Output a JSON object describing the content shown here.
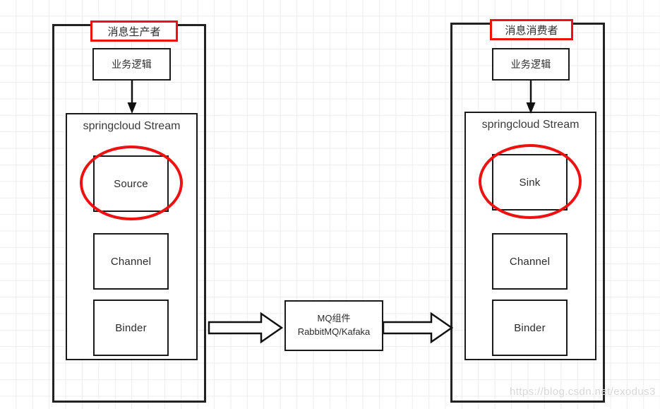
{
  "diagram": {
    "title": "SpringCloud Stream producer/consumer architecture",
    "colors": {
      "highlight": "#ee1111",
      "stroke": "#1a1a1a",
      "grid": "#ededed",
      "watermark": "#d8d8d8"
    },
    "producer": {
      "header": "消息生产者",
      "business_logic": "业务逻辑",
      "stream_label": "springcloud Stream",
      "components": [
        {
          "label": "Source",
          "highlighted": true
        },
        {
          "label": "Channel",
          "highlighted": false
        },
        {
          "label": "Binder",
          "highlighted": false
        }
      ]
    },
    "consumer": {
      "header": "消息消费者",
      "business_logic": "业务逻辑",
      "stream_label": "springcloud Stream",
      "components": [
        {
          "label": "Sink",
          "highlighted": true
        },
        {
          "label": "Channel",
          "highlighted": false
        },
        {
          "label": "Binder",
          "highlighted": false
        }
      ]
    },
    "middleware": {
      "line1": "MQ组件",
      "line2": "RabbitMQ/Kafaka"
    },
    "arrows": {
      "producer_to_mq": "right-block-arrow",
      "mq_to_consumer": "right-block-arrow",
      "logic_to_stream": "down-arrow"
    },
    "watermark": "https://blog.csdn.net/exodus3"
  }
}
